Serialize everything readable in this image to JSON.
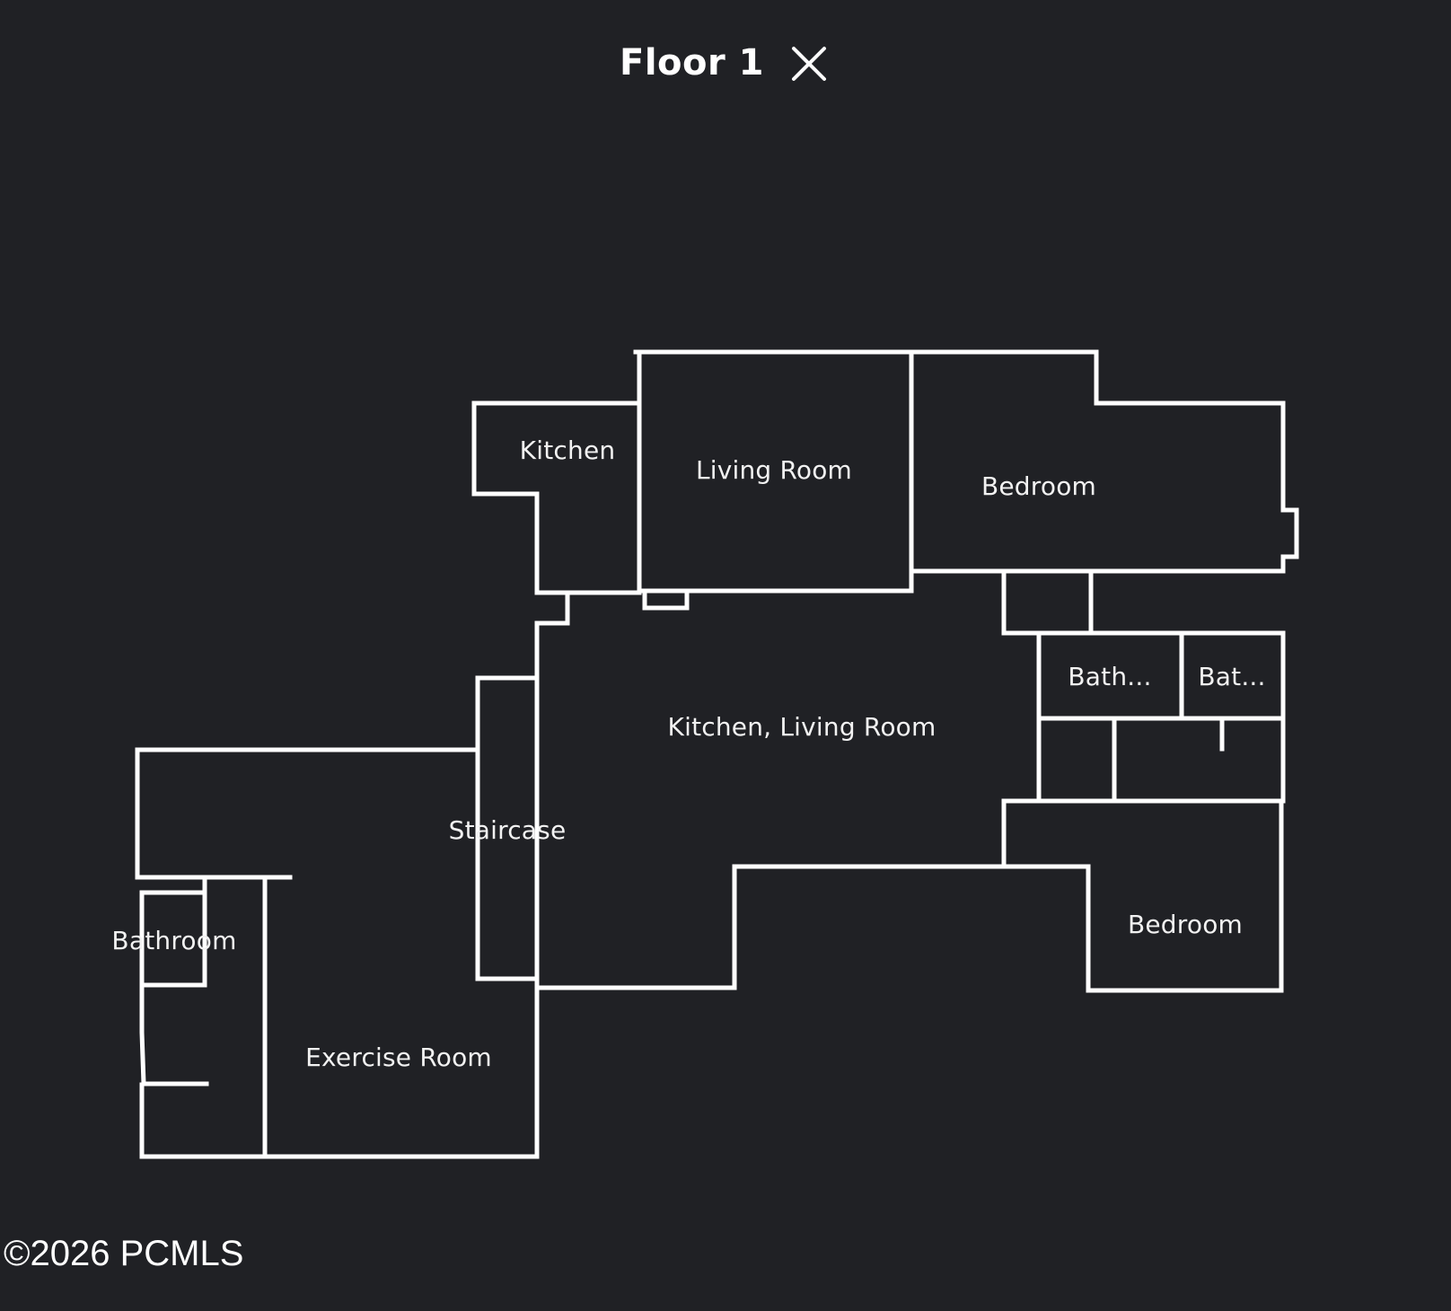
{
  "header": {
    "title": "Floor 1",
    "close_icon": "close-icon"
  },
  "rooms": {
    "kitchen": "Kitchen",
    "living_room": "Living Room",
    "bedroom_top": "Bedroom",
    "kitchen_living_room": "Kitchen, Living Room",
    "bath_1": "Bath...",
    "bath_2": "Bat...",
    "staircase": "Staircase",
    "bathroom": "Bathroom",
    "exercise_room": "Exercise Room",
    "bedroom_bottom": "Bedroom"
  },
  "footer": {
    "copyright": "©2026 PCMLS"
  },
  "colors": {
    "background": "#202125",
    "walls": "#ffffff",
    "text": "#ffffff"
  }
}
